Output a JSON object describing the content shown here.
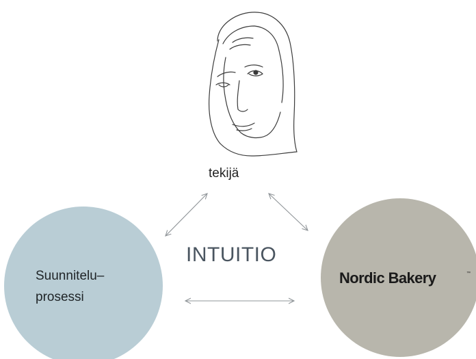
{
  "author": {
    "label": "tekijä"
  },
  "center": {
    "label": "INTUITIO"
  },
  "process": {
    "line1": "Suunnitelu–",
    "line2": "prosessi"
  },
  "brand": {
    "name": "Nordic Bakery",
    "mark": "™"
  },
  "icons": {
    "portrait": "woman-face-sketch-icon"
  },
  "colors": {
    "process_circle": "#b9cdd5",
    "brand_circle": "#b8b6ac",
    "arrow": "#8f9498",
    "sketch": "#3a3a3a"
  }
}
